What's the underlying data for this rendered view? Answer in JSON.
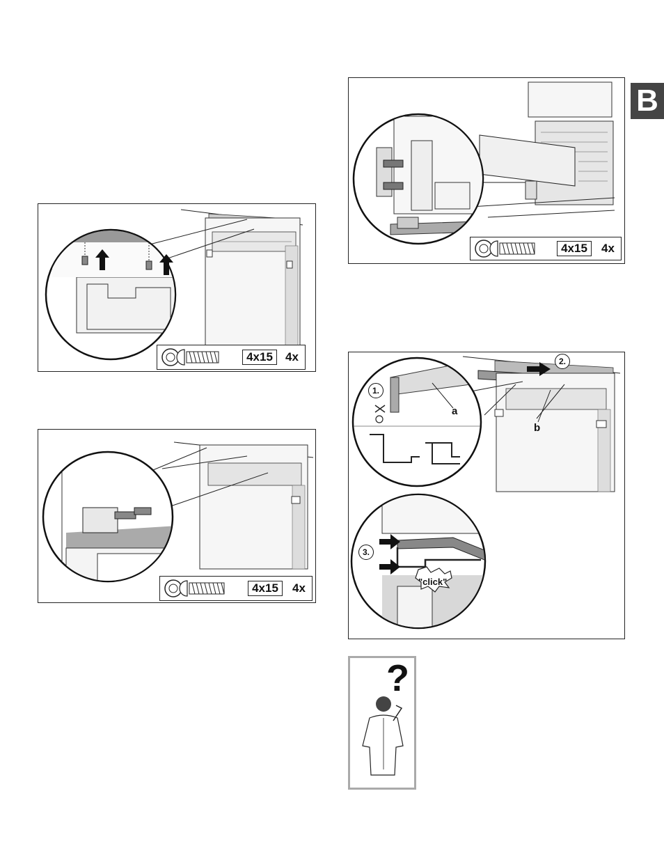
{
  "section_badge": "B",
  "screw_spec": {
    "size": "4x15",
    "count": "4x"
  },
  "panels": {
    "top_left": {
      "screw_size": "4x15",
      "screw_count": "4x"
    },
    "middle_left": {
      "screw_size": "4x15",
      "screw_count": "4x"
    },
    "top_right": {
      "screw_size": "4x15",
      "screw_count": "4x"
    },
    "bottom_right": {
      "steps": [
        "1.",
        "2.",
        "3."
      ],
      "labels": {
        "a": "a",
        "b": "b"
      },
      "click_text": "\"click\""
    }
  },
  "help_symbol": "?"
}
